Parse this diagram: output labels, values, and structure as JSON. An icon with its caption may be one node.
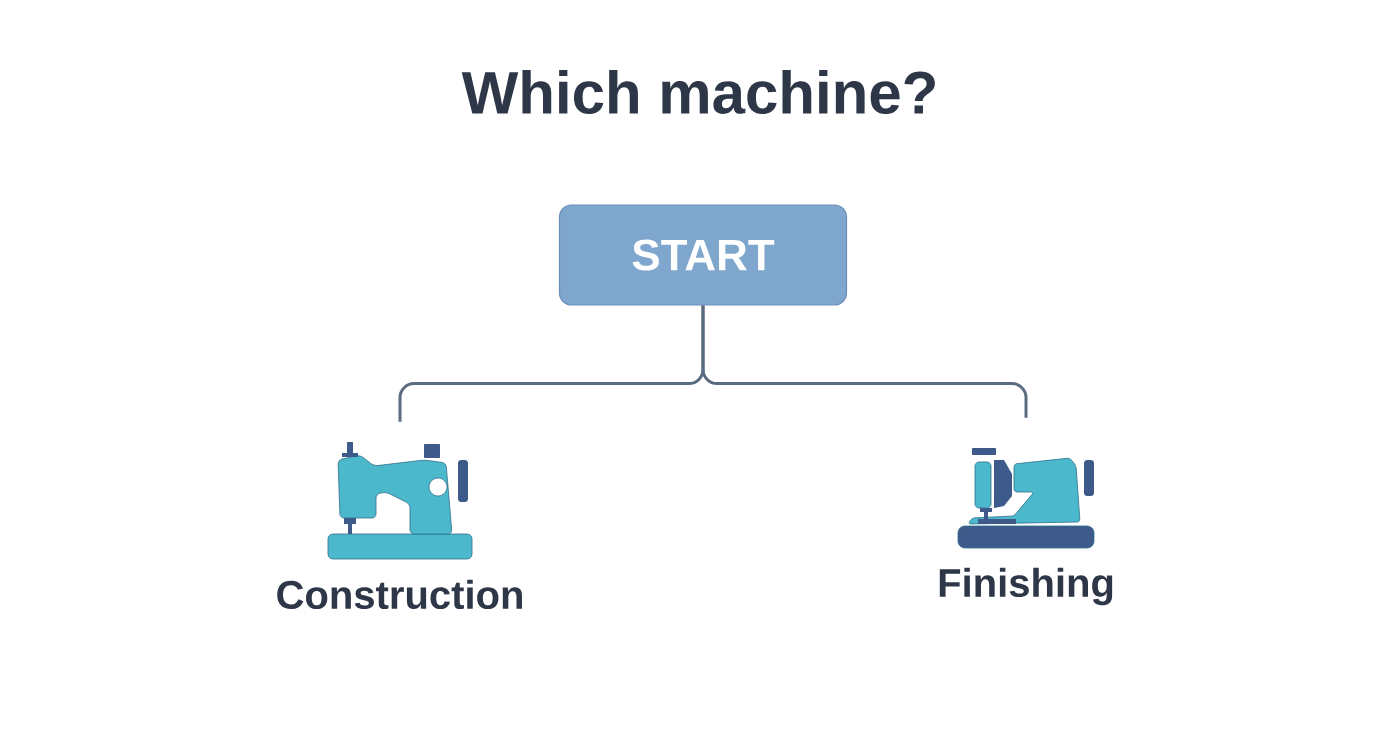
{
  "diagram": {
    "title": "Which machine?",
    "nodes": [
      {
        "text": [
          "START"
        ]
      },
      {
        "text": [],
        "shape": "picture",
        "beside": [
          "Construction"
        ]
      },
      {
        "text": [],
        "shape": "picture",
        "beside": [
          "Finishing"
        ]
      }
    ],
    "edges": [
      {
        "from": 0,
        "to": 1,
        "arrow": "none"
      },
      {
        "from": 0,
        "to": 2,
        "arrow": "none"
      }
    ]
  }
}
